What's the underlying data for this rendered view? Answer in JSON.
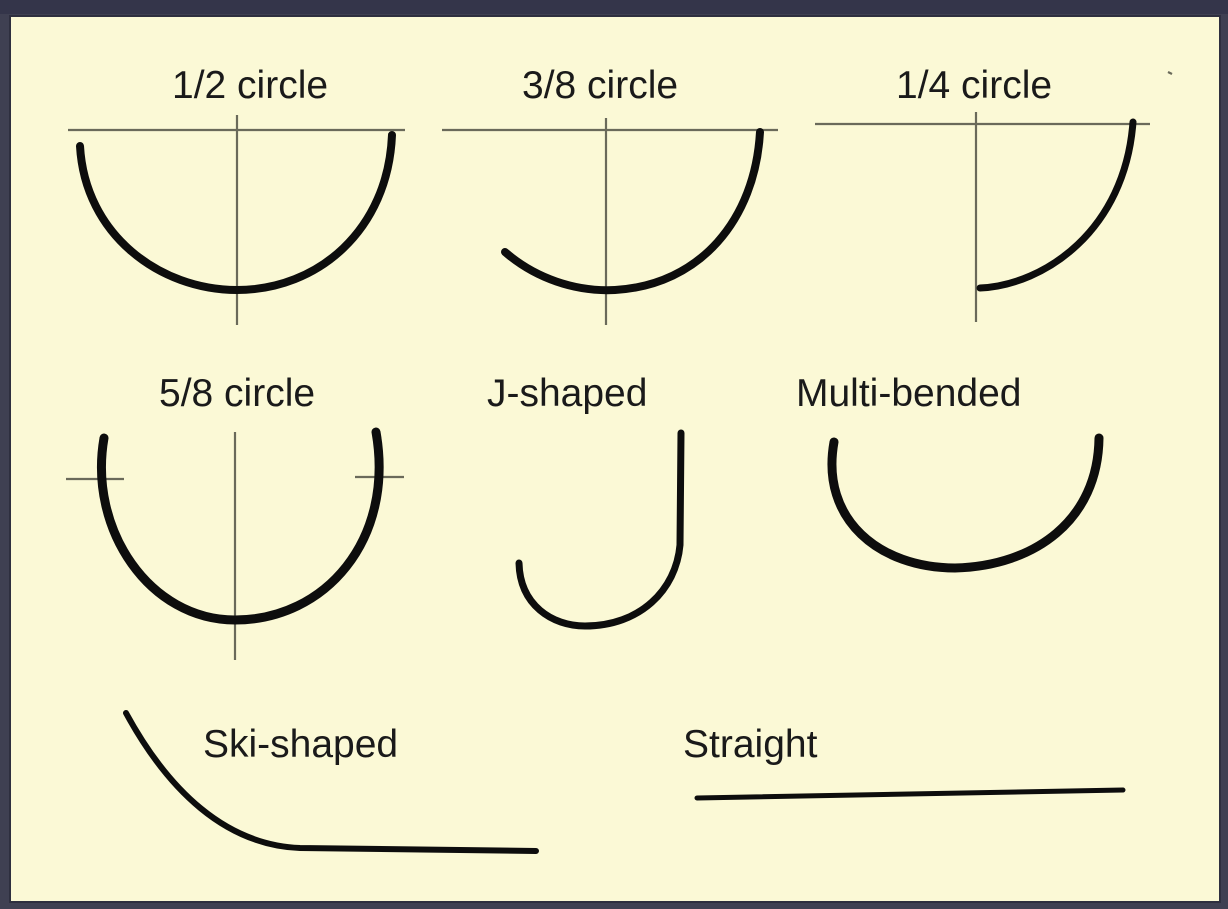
{
  "diagram": {
    "labels": {
      "half_circle": "1/2 circle",
      "three_eighths_circle": "3/8 circle",
      "quarter_circle": "1/4 circle",
      "five_eighths_circle": "5/8 circle",
      "j_shaped": "J-shaped",
      "multi_bended": "Multi-bended",
      "ski_shaped": "Ski-shaped",
      "straight": "Straight"
    },
    "colors": {
      "background": "#fbf9d6",
      "frame": "#3f4052",
      "needle": "#0d0d0d",
      "guide": "#6a6a5a"
    }
  }
}
